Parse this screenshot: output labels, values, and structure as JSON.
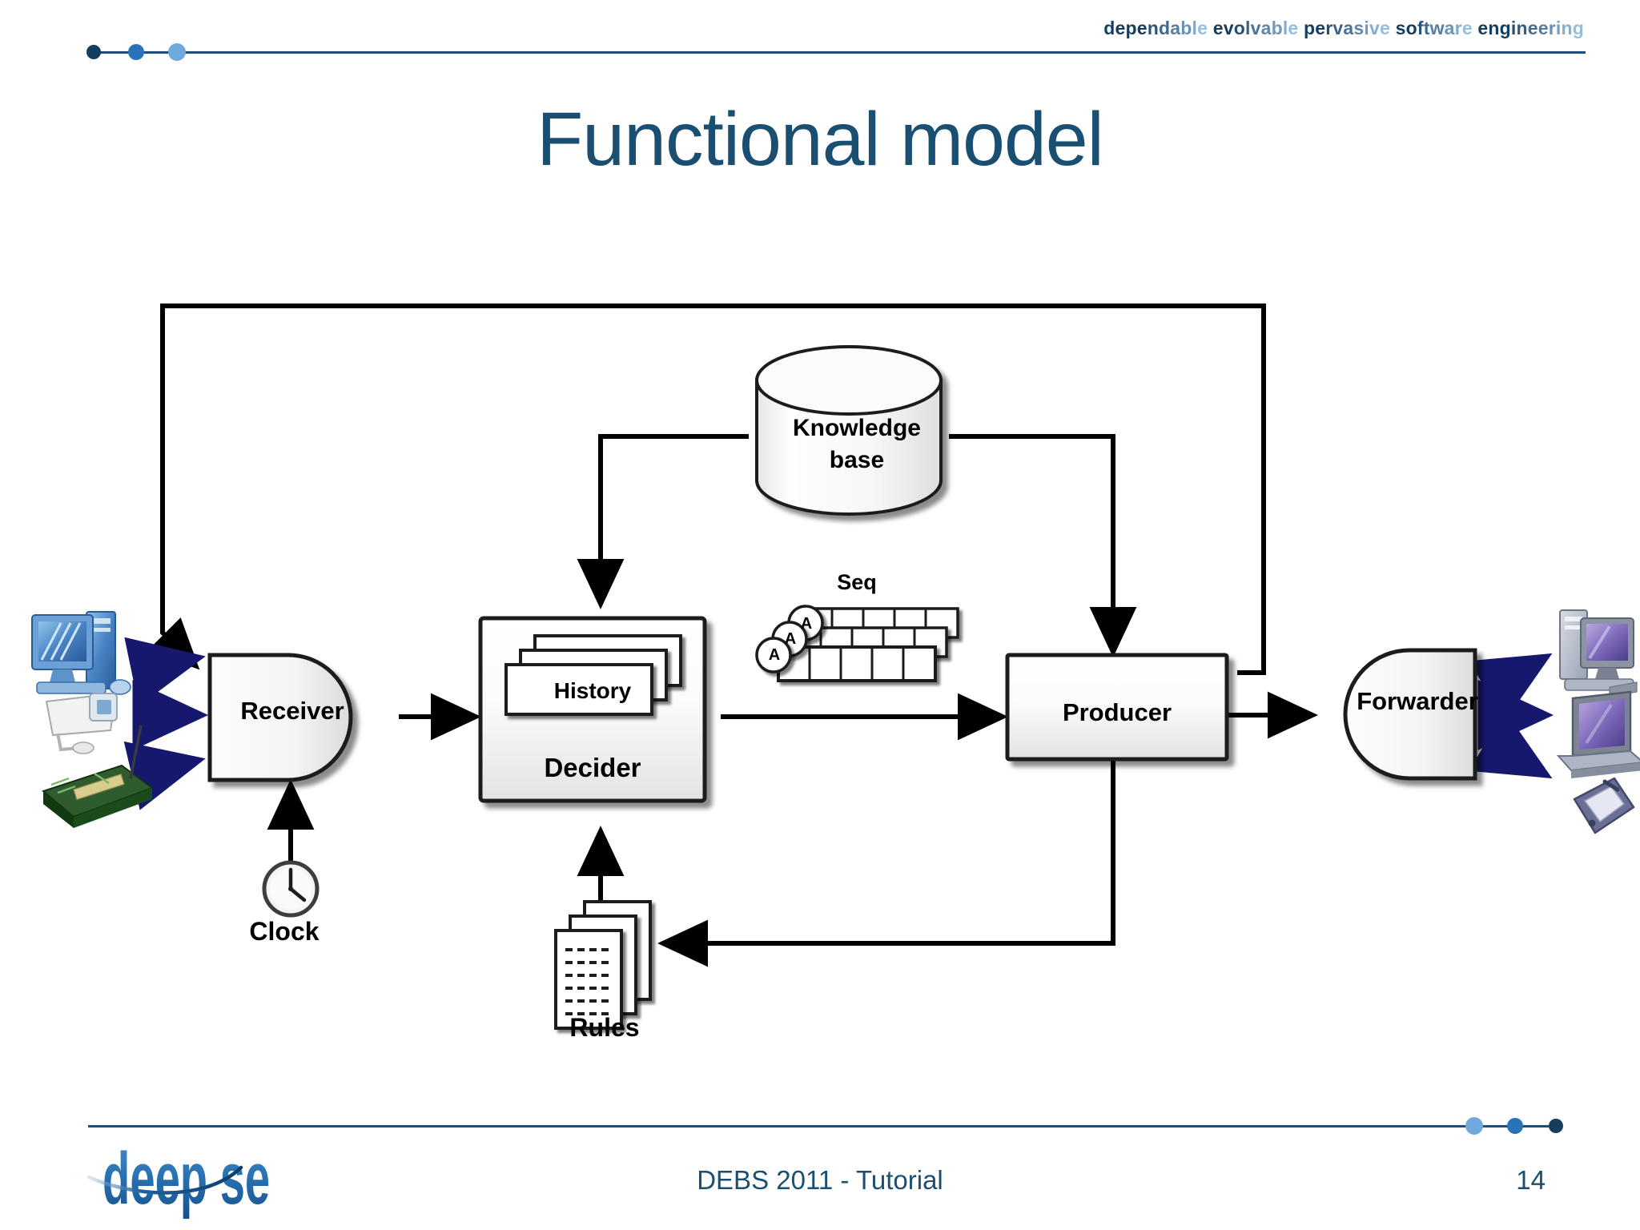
{
  "header": {
    "tagline_words": [
      {
        "text": "dependable",
        "dark": 3
      },
      {
        "text": "evolvable",
        "dark": 1
      },
      {
        "text": "pervasive",
        "dark": 1
      },
      {
        "text": "software",
        "dark": 1
      },
      {
        "text": "engineering",
        "dark": 2
      }
    ],
    "tagline_full": "dependable evolvable pervasive software engineering",
    "dot_colors": [
      "#153d5e",
      "#2b73b8",
      "#6fa9de"
    ],
    "rule_color": "#1f4e79"
  },
  "title": "Functional model",
  "diagram": {
    "nodes": {
      "receiver": "Receiver",
      "decider": "Decider",
      "history": "History",
      "seq": "Seq",
      "producer": "Producer",
      "forwarder": "Forwarder",
      "knowledge_base_line1": "Knowledge",
      "knowledge_base_line2": "base",
      "clock": "Clock",
      "rules": "Rules",
      "event_a1": "A",
      "event_a2": "A",
      "event_a3": "A"
    },
    "input_devices": [
      "desktop-computer",
      "security-camera",
      "sensor-board"
    ],
    "output_devices": [
      "desktop-computer",
      "laptop",
      "pda-phone"
    ],
    "arrow_color_data": "#16186e",
    "arrow_color_flow": "#000000",
    "flows": [
      {
        "from": "input-devices",
        "to": "receiver",
        "style": "blue"
      },
      {
        "from": "receiver",
        "to": "decider",
        "style": "black"
      },
      {
        "from": "decider",
        "to": "producer",
        "style": "black"
      },
      {
        "from": "producer",
        "to": "forwarder",
        "style": "black"
      },
      {
        "from": "forwarder",
        "to": "output-devices",
        "style": "blue"
      },
      {
        "from": "clock",
        "to": "receiver",
        "style": "black"
      },
      {
        "from": "rules",
        "to": "decider",
        "style": "black"
      },
      {
        "from": "producer",
        "to": "rules",
        "style": "black"
      },
      {
        "from": "knowledge-base",
        "to": "decider",
        "style": "black"
      },
      {
        "from": "knowledge-base",
        "to": "producer",
        "style": "black"
      },
      {
        "from": "producer",
        "to": "receiver",
        "style": "black",
        "note": "top feedback loop"
      }
    ]
  },
  "footer": {
    "center_text": "DEBS 2011 - Tutorial",
    "page_number": "14",
    "logo_text": "deep se",
    "dot_colors": [
      "#6fa9de",
      "#2b73b8",
      "#153d5e"
    ]
  }
}
